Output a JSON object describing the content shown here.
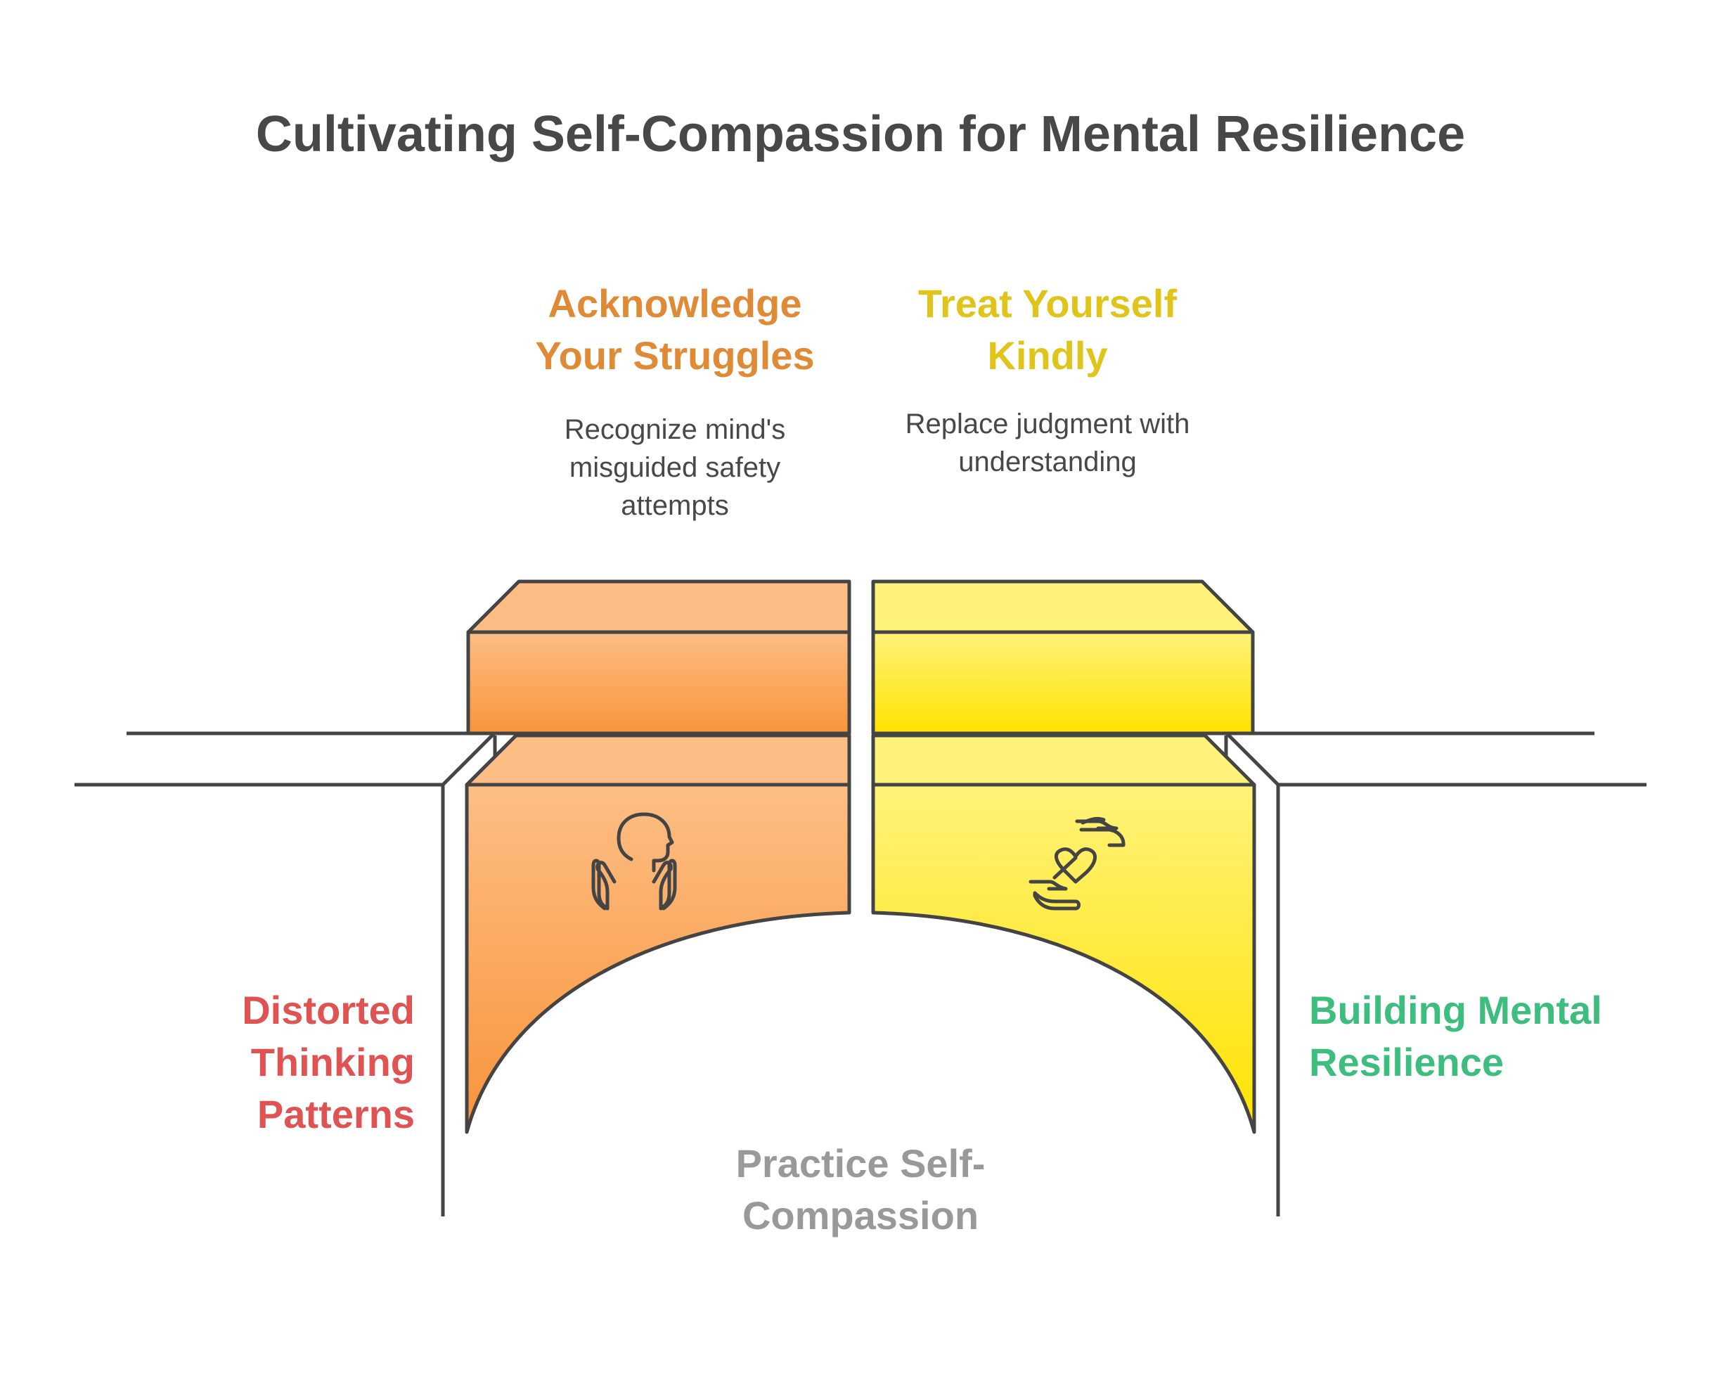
{
  "title": "Cultivating Self-Compassion for Mental Resilience",
  "steps": [
    {
      "heading_line1": "Acknowledge",
      "heading_line2": "Your Struggles",
      "desc_line1": "Recognize mind's",
      "desc_line2": "misguided safety",
      "desc_line3": "attempts",
      "color": "#E08A35",
      "icon": "person-open-hands-icon"
    },
    {
      "heading_line1": "Treat Yourself",
      "heading_line2": "Kindly",
      "desc_line1": "Replace judgment with",
      "desc_line2": "understanding",
      "color": "#E0C41A",
      "icon": "hands-heart-icon"
    }
  ],
  "left_side": {
    "line1": "Distorted",
    "line2": "Thinking",
    "line3": "Patterns",
    "color": "#E05353"
  },
  "right_side": {
    "line1": "Building Mental",
    "line2": "Resilience",
    "color": "#3DBE7E"
  },
  "bridge_label": {
    "line1": "Practice Self-",
    "line2": "Compassion",
    "color": "#999999"
  },
  "colors": {
    "outline": "#444444",
    "orange_light": "#FDBE85",
    "orange_dark": "#F8943A",
    "yellow_light": "#FFF27A",
    "yellow_dark": "#FFE300"
  }
}
